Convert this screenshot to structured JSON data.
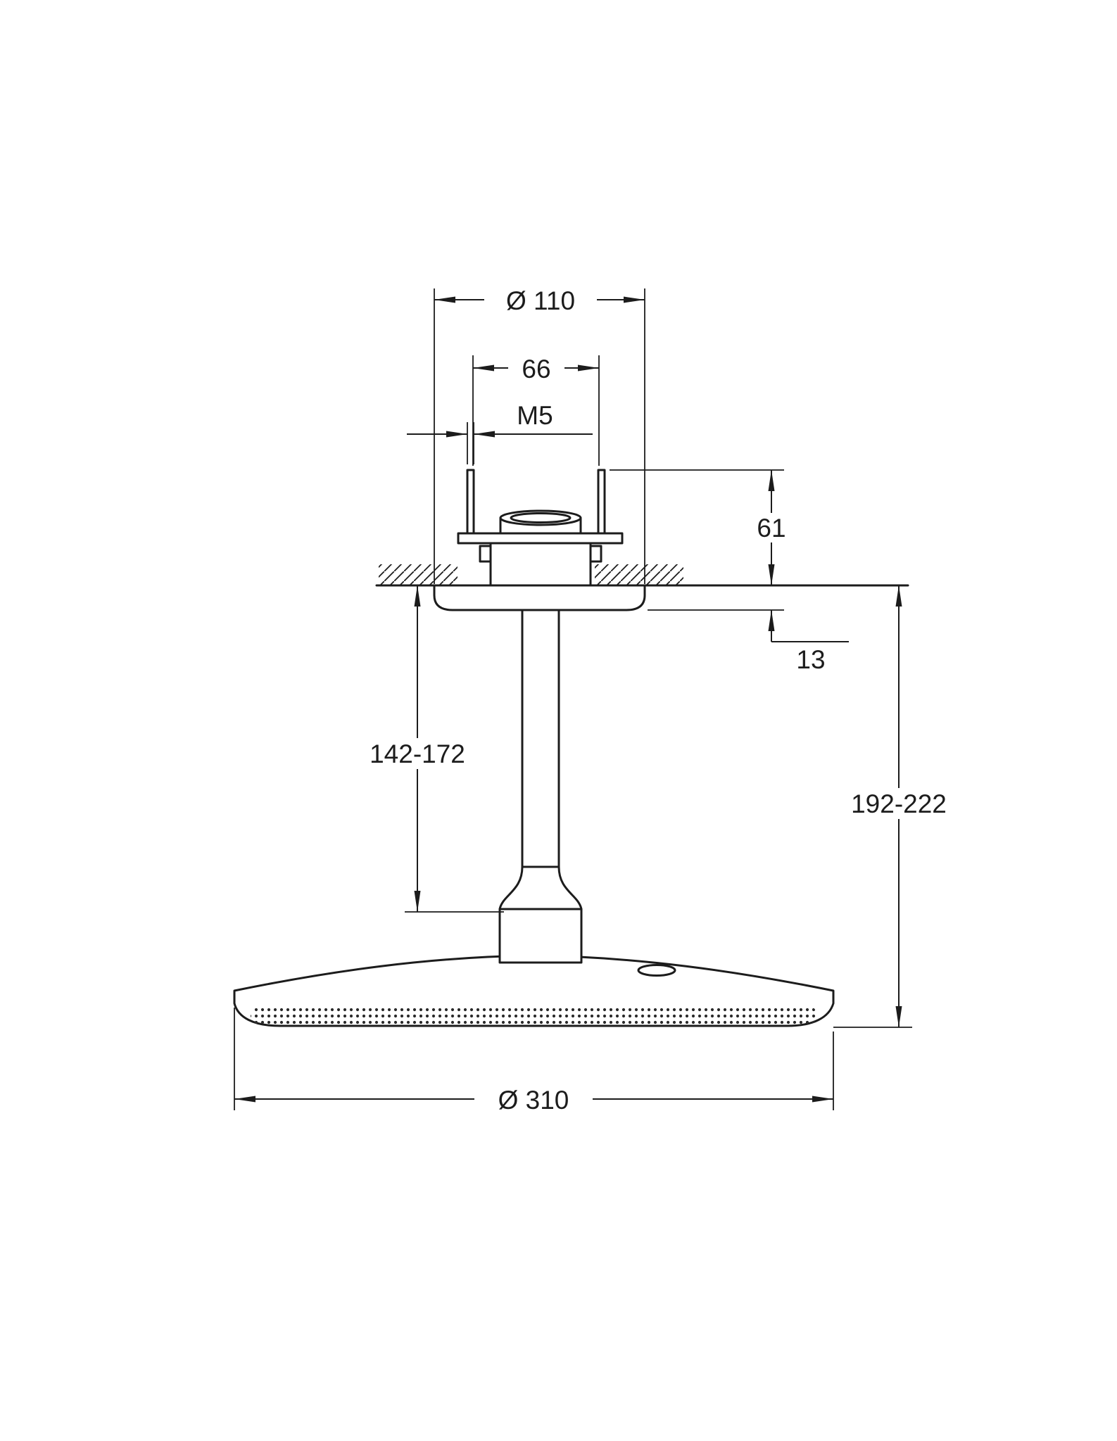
{
  "drawing": {
    "dimensions": {
      "flange_diameter": "Ø 110",
      "rod_spacing": "66",
      "thread_size": "M5",
      "above_ceiling_height": "61",
      "escutcheon_depth": "13",
      "arm_length_range": "142-172",
      "overall_height_range": "192-222",
      "head_diameter": "Ø 310"
    },
    "colors": {
      "line": "#1c1c1c",
      "background": "#ffffff",
      "nozzle_fill": "#2a2a2a"
    }
  }
}
